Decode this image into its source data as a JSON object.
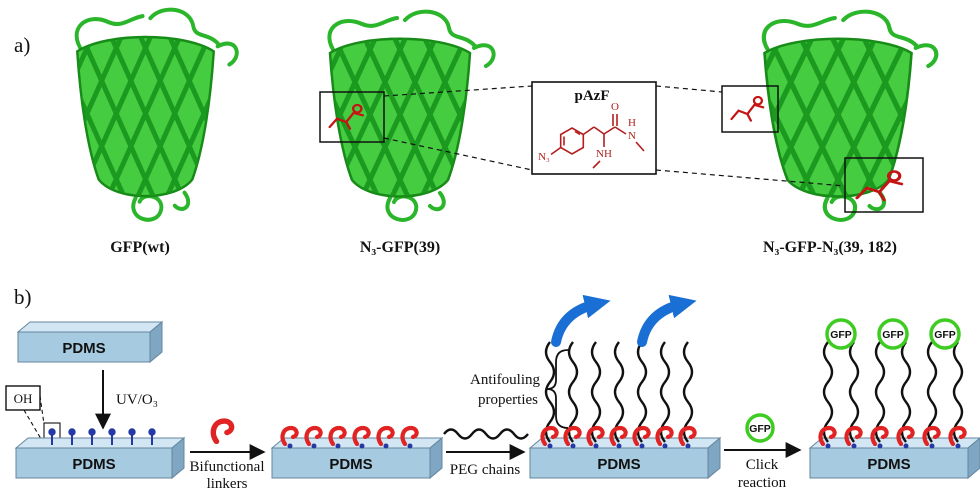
{
  "figure": {
    "panel_a": {
      "label": "a)",
      "proteins": [
        {
          "name": "GFP(wt)"
        },
        {
          "name": "N₃-GFP(39)"
        },
        {
          "name": "N₃-GFP-N₃(39, 182)"
        }
      ],
      "inset": {
        "title": "pAzF",
        "atoms": {
          "azide": "N₃",
          "oxygen": "O",
          "hydrogen": "H",
          "nitrogen": "N",
          "amine": "NH"
        }
      }
    },
    "panel_b": {
      "label": "b)",
      "pdms_labels": [
        "PDMS",
        "PDMS",
        "PDMS",
        "PDMS",
        "PDMS"
      ],
      "oh_label": "OH",
      "uv_label": "UV/O₃",
      "step1": {
        "line1": "Bifunctional",
        "line2": "linkers"
      },
      "step2": {
        "label": "PEG chains"
      },
      "antifouling": {
        "line1": "Antifouling",
        "line2": "properties"
      },
      "gfp_badge": "GFP",
      "step3": {
        "line1": "Click",
        "line2": "reaction"
      },
      "gfp_circles": [
        "GFP",
        "GFP",
        "GFP"
      ]
    },
    "colors": {
      "protein_green": "#45cc41",
      "lattice_green": "#17951c",
      "azide_red": "#c41414",
      "linker_red": "#e02424",
      "pdms_blue": "#a6cadf",
      "pin_blue": "#2438a6",
      "wave_arrow_blue": "#1a6fd4",
      "gfp_ring_green": "#3fcc22"
    }
  }
}
